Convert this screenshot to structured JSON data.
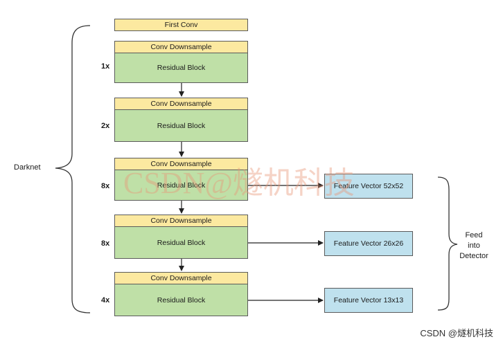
{
  "labels": {
    "first_conv": "First Conv",
    "conv_downsample": "Conv Downsample",
    "residual_block": "Residual Block",
    "darknet": "Darknet",
    "feed": [
      "Feed",
      "into",
      "Detector"
    ]
  },
  "stages": [
    {
      "multiplier": "1x"
    },
    {
      "multiplier": "2x"
    },
    {
      "multiplier": "8x"
    },
    {
      "multiplier": "8x"
    },
    {
      "multiplier": "4x"
    }
  ],
  "features": [
    {
      "label": "Feature Vector 52x52"
    },
    {
      "label": "Feature Vector 26x26"
    },
    {
      "label": "Feature Vector 13x13"
    }
  ],
  "watermark": "CSDN@燧机科技",
  "credit": "CSDN @燧机科技"
}
